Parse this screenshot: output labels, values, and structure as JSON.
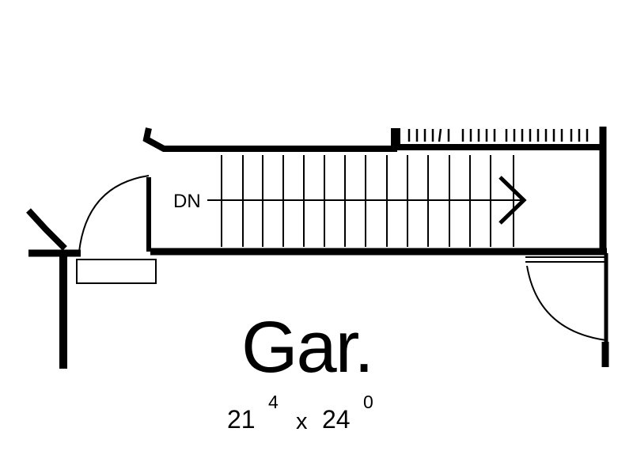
{
  "plan": {
    "stair_label": "DN",
    "room": {
      "name": "Gar.",
      "width_main": "21",
      "width_sup": "4",
      "separator": "x",
      "depth_main": "24",
      "depth_sup": "0"
    }
  },
  "colors": {
    "ink": "#000000",
    "paper": "#ffffff"
  }
}
